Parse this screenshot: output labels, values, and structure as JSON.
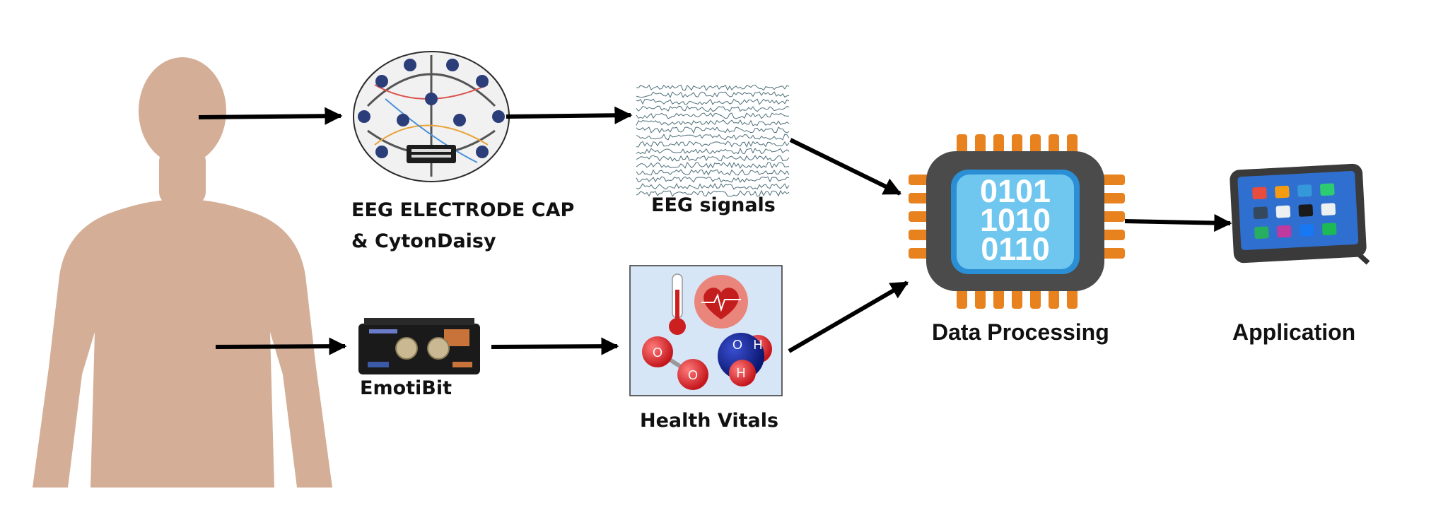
{
  "labels": {
    "cap_line1": "EEG ELECTRODE CAP",
    "cap_line2": "& CytonDaisy",
    "eeg_signals": "EEG signals",
    "emotibit": "EmotiBit",
    "health_vitals": "Health Vitals",
    "data_processing": "Data Processing",
    "application": "Application"
  },
  "chip": {
    "row1": "0101",
    "row2": "1010",
    "row3": "0110"
  },
  "molecule": {
    "o2_atom1": "O",
    "o2_atom2": "O",
    "water_o": "O",
    "water_h1": "H",
    "water_h2": "H"
  },
  "colors": {
    "skin": "#d4ae96",
    "chip_body": "#4b4b4b",
    "chip_pins": "#e8821e",
    "chip_screen": "#6fc6ee",
    "arrow": "#000000"
  }
}
